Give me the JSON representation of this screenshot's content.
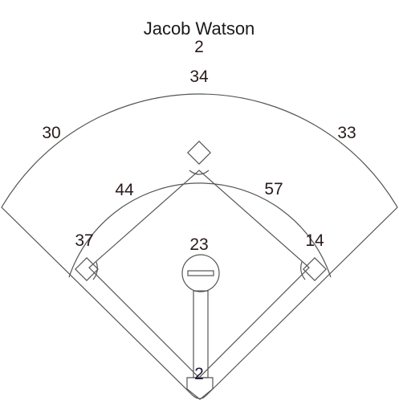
{
  "player": {
    "name": "Jacob Watson",
    "number": "2"
  },
  "positions": {
    "center_field": "34",
    "left_field": "30",
    "right_field": "33",
    "shortstop": "44",
    "second_base": "57",
    "third_base": "37",
    "first_base": "14",
    "pitcher": "23",
    "catcher": "2"
  },
  "colors": {
    "line": "#555555",
    "text": "#2a1a1a",
    "catcher_text": "#1a1a3a"
  }
}
